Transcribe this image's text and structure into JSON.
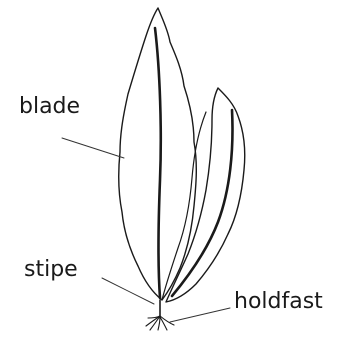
{
  "labels": {
    "blade": "blade",
    "stipe": "stipe",
    "holdfast": "holdfast"
  },
  "colors": {
    "outline": "#1a1a1a",
    "leader": "#333333",
    "background": "#ffffff"
  }
}
